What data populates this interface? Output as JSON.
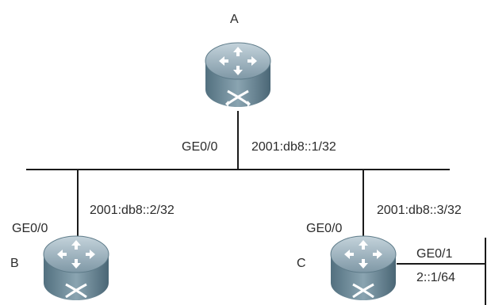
{
  "diagram": {
    "routers": {
      "a": {
        "label": "A",
        "port": "GE0/0",
        "ip": "2001:db8::1/32"
      },
      "b": {
        "label": "B",
        "port": "GE0/0",
        "ip": "2001:db8::2/32"
      },
      "c": {
        "label": "C",
        "port": "GE0/0",
        "ip": "2001:db8::3/32",
        "port2": "GE0/1",
        "ip2": "2::1/64"
      }
    },
    "colors": {
      "line": "#1a1a1a",
      "router_body": "#6e8a98",
      "router_top": "#a9bdc8",
      "router_glyph": "#ffffff"
    }
  }
}
